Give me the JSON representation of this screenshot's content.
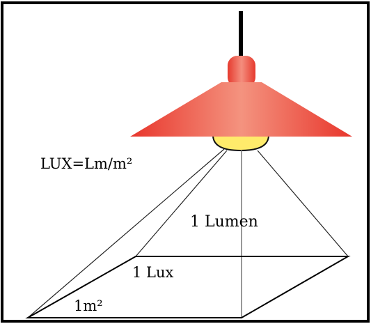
{
  "labels": {
    "formula": "LUX=Lm/m²",
    "lumen": "1 Lumen",
    "lux": "1 Lux",
    "area": "1m²"
  },
  "colors": {
    "border": "#000000",
    "cord": "#000000",
    "shade_light": "#f08c7a",
    "shade_mid": "#ee5a4a",
    "shade_dark": "#e63a2e",
    "bulb": "#ffeb6b",
    "bulb_edge": "#111111",
    "lines": "#222222",
    "center_line": "#999999"
  }
}
